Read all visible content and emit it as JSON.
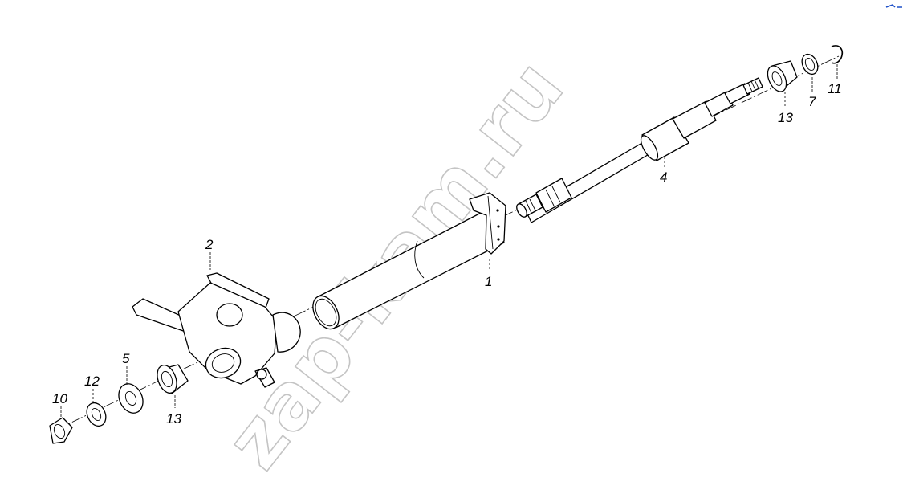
{
  "watermark": "zap-kam.ru",
  "callouts": [
    {
      "id": "2",
      "label": "2"
    },
    {
      "id": "1",
      "label": "1"
    },
    {
      "id": "4",
      "label": "4"
    },
    {
      "id": "13a",
      "label": "13"
    },
    {
      "id": "7",
      "label": "7"
    },
    {
      "id": "11",
      "label": "11"
    },
    {
      "id": "5",
      "label": "5"
    },
    {
      "id": "12",
      "label": "12"
    },
    {
      "id": "13b",
      "label": "13"
    },
    {
      "id": "10",
      "label": "10"
    }
  ],
  "colors": {
    "line": "#000000",
    "background": "#ffffff",
    "watermark_stroke": "#c4c4c4",
    "corner_mark": "#1e50c8"
  }
}
